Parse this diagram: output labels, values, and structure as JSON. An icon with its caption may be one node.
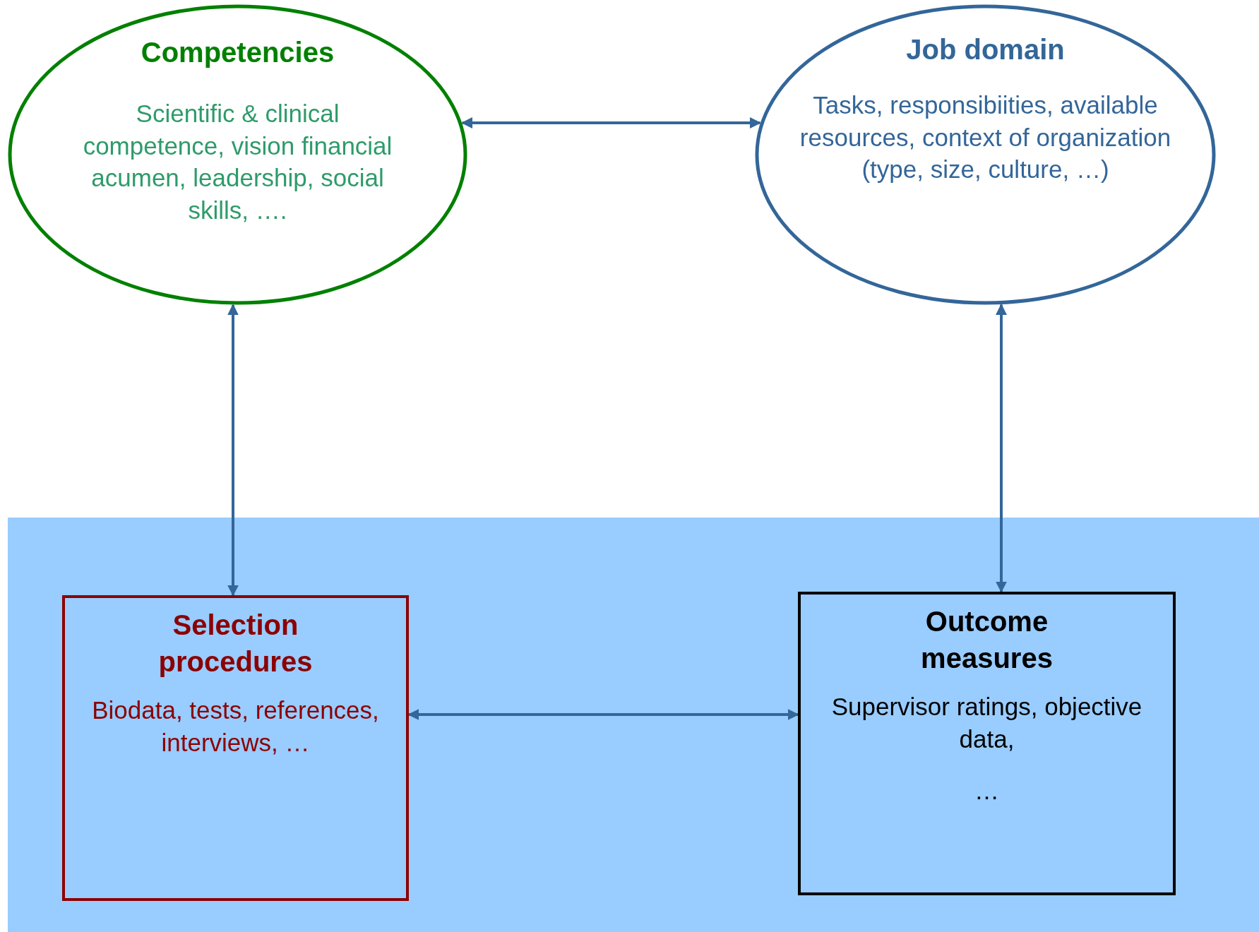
{
  "diagram": {
    "nodes": [
      {
        "text": [
          "Competencies",
          "Scientific & clinical competence, vision financial acumen, leadership, social skills, …."
        ]
      },
      {
        "text": [
          "Job domain",
          "Tasks, responsibiities, available resources, context of organization (type, size, culture, …)"
        ]
      },
      {
        "text": [
          "Selection procedures",
          "Biodata, tests, references, interviews, …"
        ]
      },
      {
        "text": [
          "Outcome measures",
          "Supervisor ratings, objective data,",
          "…"
        ]
      }
    ],
    "edges": [
      {
        "from": 0,
        "to": 1,
        "arrow": "both"
      },
      {
        "from": 0,
        "to": 2,
        "arrow": "both"
      },
      {
        "from": 1,
        "to": 3,
        "arrow": "both"
      },
      {
        "from": 2,
        "to": 3,
        "arrow": "both"
      }
    ]
  }
}
